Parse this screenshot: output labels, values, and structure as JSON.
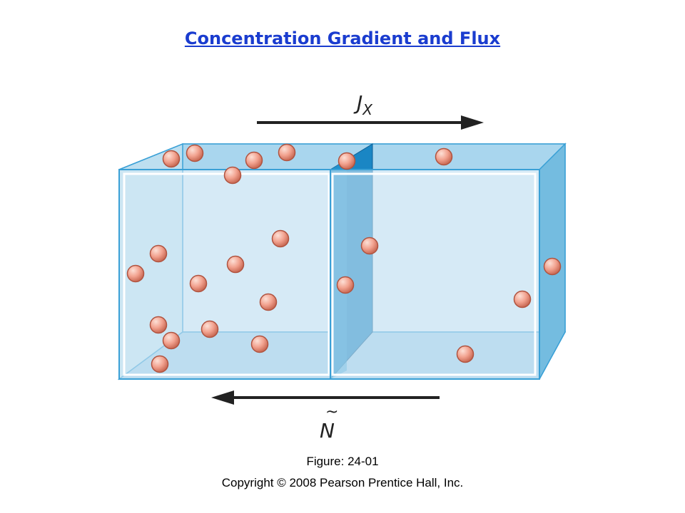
{
  "title": "Concentration Gradient and Flux",
  "labels": {
    "flux_label": "J",
    "flux_subscript": "X",
    "molar_label": "N",
    "molar_accent": "~"
  },
  "caption": {
    "figure": "Figure: 24-01",
    "copyright": "Copyright © 2008 Pearson Prentice Hall, Inc."
  },
  "colors": {
    "tank_fill": "#d9ebf6",
    "tank_top": "#8fc8e6",
    "tank_side": "#74bce0",
    "edge": "#3aa0d6",
    "membrane": "#1a7ab8",
    "particle": "#f2a28f",
    "arrow": "#222222"
  }
}
